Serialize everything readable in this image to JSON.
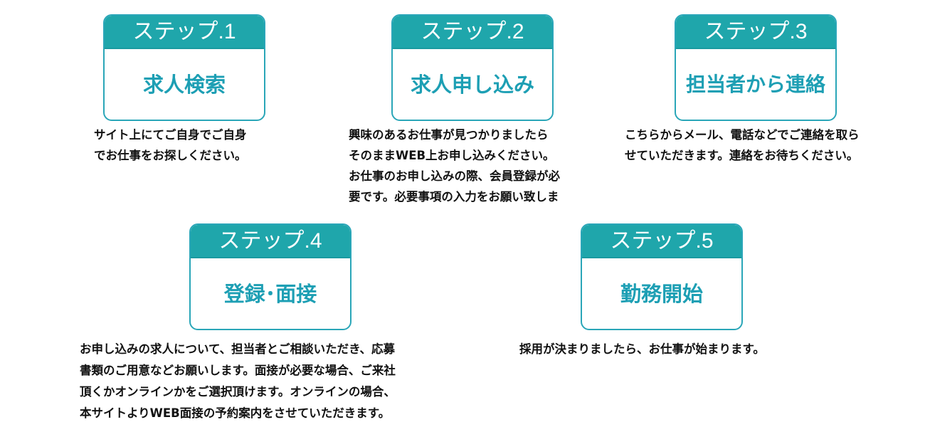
{
  "steps": [
    {
      "label": "ステップ.1",
      "title": "求人検索",
      "desc": [
        "サイト上にてご自身でご自身",
        "でお仕事をお探しください。"
      ]
    },
    {
      "label": "ステップ.2",
      "title": "求人申し込み",
      "desc": [
        "興味のあるお仕事が見つかりましたら",
        "そのままWEB上お申し込みください。",
        "お仕事のお申し込みの際、会員登録が必",
        "要です。必要事項の入力をお願い致しま"
      ]
    },
    {
      "label": "ステップ.3",
      "title": "担当者から連絡",
      "desc": [
        "こちらからメール、電話などでご連絡を取ら",
        "せていただきます。連絡をお待ちください。"
      ]
    },
    {
      "label": "ステップ.4",
      "title": "登録･面接",
      "desc": [
        "お申し込みの求人について、担当者とご相談いただき、応募",
        "書類のご用意などお願いします。面接が必要な場合、ご来社",
        "頂くかオンラインかをご選択頂けます。オンラインの場合、",
        "本サイトよりWEB面接の予約案内をさせていただきます。"
      ]
    },
    {
      "label": "ステップ.5",
      "title": "勤務開始",
      "desc": [
        "採用が決まりましたら、お仕事が始まります。"
      ]
    }
  ],
  "colors": {
    "accent": "#1fa6ab",
    "title": "#1d9fb4"
  }
}
